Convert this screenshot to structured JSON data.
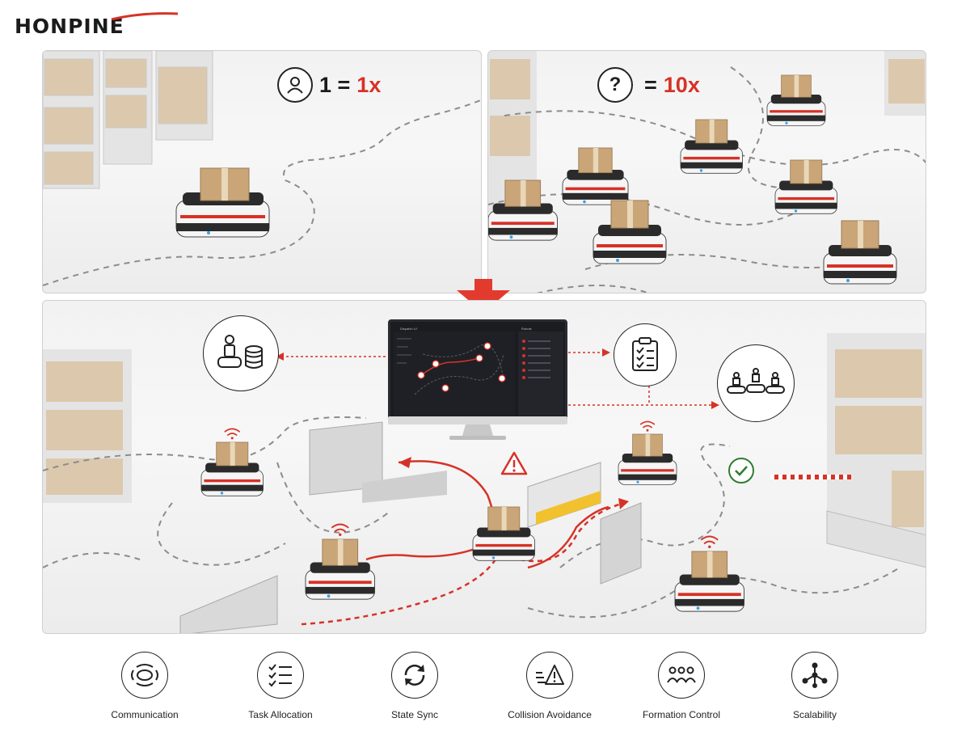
{
  "brand": {
    "name": "HONPINE",
    "accent": "#d63227"
  },
  "top_left": {
    "icon": "person-icon",
    "lhs": "1 =",
    "rhs": "1x"
  },
  "top_right": {
    "icon": "question-icon",
    "icon_text": "?",
    "lhs": "=",
    "rhs": "10x"
  },
  "dashboard": {
    "title": "Dispatch UI",
    "side_header": "Robots"
  },
  "features": [
    {
      "icon": "communication-icon",
      "label": "Communication"
    },
    {
      "icon": "task-allocation-icon",
      "label": "Task Allocation"
    },
    {
      "icon": "state-sync-icon",
      "label": "State Sync"
    },
    {
      "icon": "collision-avoidance-icon",
      "label": "Collision Avoidance"
    },
    {
      "icon": "formation-control-icon",
      "label": "Formation Control"
    },
    {
      "icon": "scalability-icon",
      "label": "Scalability"
    }
  ],
  "colors": {
    "path_dashed": "#8c8c8c",
    "route_red": "#d63227",
    "ok_green": "#2e7d32",
    "warning_red": "#d63227"
  }
}
